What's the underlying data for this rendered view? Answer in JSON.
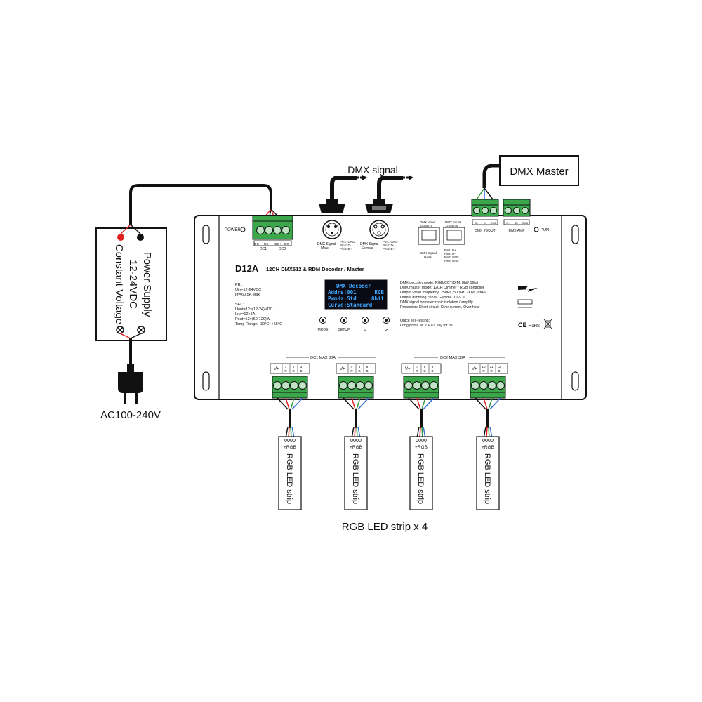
{
  "labels": {
    "dmx_signal": "DMX signal",
    "dmx_master": "DMX Master",
    "ac_input": "AC100-240V",
    "rgb_strip_total": "RGB LED strip x 4"
  },
  "power_supply": {
    "line1": "Power Supply",
    "line2": "12-24VDC",
    "line3": "Constant Voltage"
  },
  "device": {
    "model": "D12A",
    "subtitle": "12CH DMX512 & RDM Decoder / Master",
    "power_label": "POWER",
    "run_label": "RUN",
    "dc_terms": [
      "DC+",
      "DC-",
      "DC+",
      "DC-"
    ],
    "dc_groups": [
      "DC1",
      "DC2"
    ],
    "xlr_male": [
      "DMX Signal",
      "Male"
    ],
    "xlr_female": [
      "DMX Signal",
      "Female"
    ],
    "xlr_pins_male": [
      "Pin1: GND",
      "Pin2: D-",
      "Pin3: D+"
    ],
    "xlr_pins_female": [
      "Pin1: GND",
      "Pin2: D-",
      "Pin3: D+"
    ],
    "rj45_in": "DMX In/out",
    "rj45_out": "DMX In/out",
    "rj45_pins_num": "12345678",
    "rj45_label": [
      "DMX Signal",
      "RJ45"
    ],
    "rj45_pins": [
      "Pin1: D+",
      "Pin2: D-",
      "Pin7: GND",
      "Pin8: GND"
    ],
    "dmx_inout_label": "DMX IN/OUT",
    "dmx_amp_label": "DMX AMP",
    "dmx_inout_terms": [
      "D+",
      "D-",
      "GND"
    ],
    "dmx_amp_terms": [
      "D+",
      "D-",
      "GND"
    ],
    "pri": [
      "PRI:",
      "Uin=12-24VDC",
      "Iin=60.5A Max"
    ],
    "sec": [
      "SEC:",
      "Uout=12×(12-24)VDC",
      "Iout=12×5A",
      "Pout=12×(60-120)W",
      "Temp Range: -30°C~+55°C"
    ],
    "specs": [
      "DMX decoder mode: RGB/CCT/DIM, 8bit/ 16bit",
      "DMX master mode: 12CH Dimmer / RGB controller",
      "Output PWM frequency: 250Hz, 500Hz, 2KHz, 8KHz",
      "Output dimming curve: Gamma 0.1-9.9",
      "DMX signal optoelectronic isolation / amplify",
      "Protection: Short circuit, Over current, Over heat"
    ],
    "quick_reset": [
      "Quick self-testing:",
      "Long press MODE&> key for 3s"
    ],
    "display": [
      [
        "DMX Decoder",
        ""
      ],
      [
        "Addrs:001",
        "RGB"
      ],
      [
        "PwmHz:Std",
        "8bit"
      ],
      [
        "Curve:Standard",
        ""
      ]
    ],
    "buttons": [
      "MODE",
      "SETUP",
      "<",
      ">"
    ],
    "cert_marks": [
      "CE",
      "RoHS"
    ],
    "dc1_group": "DC1  MAX 30A",
    "dc2_group": "DC2  MAX 30A",
    "vplus": "V+",
    "channels": [
      [
        "1",
        "2",
        "3"
      ],
      [
        "4",
        "5",
        "6"
      ],
      [
        "7",
        "8",
        "9"
      ],
      [
        "10",
        "11",
        "12"
      ]
    ],
    "channel_letters": [
      "R",
      "G",
      "B"
    ]
  },
  "strip": {
    "label": "RGB LED strip",
    "pins": "+RGB"
  },
  "colors": {
    "wire_red": "#e02020",
    "wire_green": "#2e9b3a",
    "wire_blue": "#2f6fd6",
    "terminal_green": "#3aa84a",
    "display_bg": "#0a0a14",
    "display_text": "#3ea8ff"
  }
}
